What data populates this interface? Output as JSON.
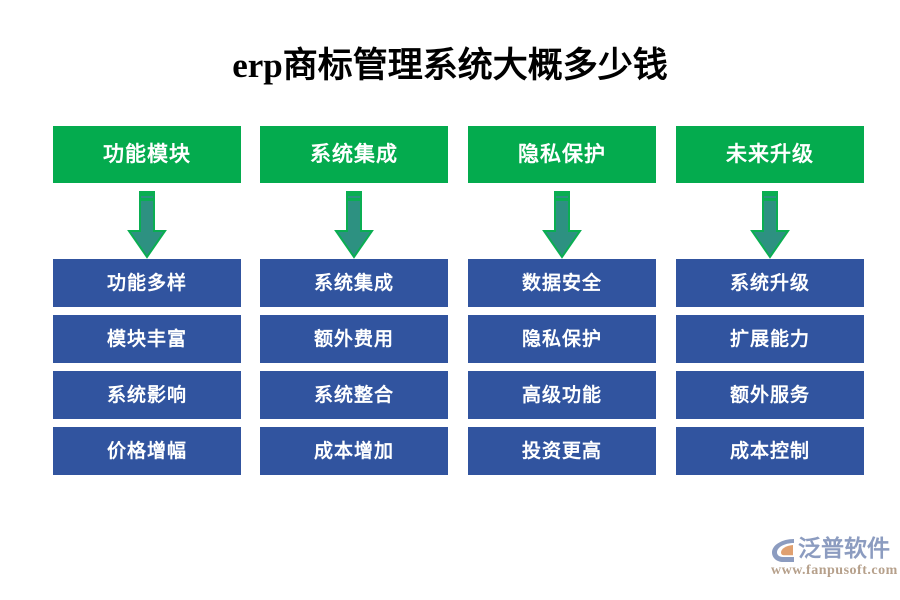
{
  "page": {
    "title": "erp商标管理系统大概多少钱",
    "background_color": "#ffffff"
  },
  "colors": {
    "header_green": "#04ab4e",
    "cell_blue": "#31549f",
    "arrow_fill": "#2d9181",
    "arrow_outline": "#0aae52",
    "text_white": "#ffffff",
    "title_black": "#000000",
    "logo_text": "#8c9cc0",
    "logo_url": "#b6a08b",
    "logo_mark_orange": "#e0a070"
  },
  "columns": [
    {
      "header": "功能模块",
      "arrow": "down-arrow-icon",
      "items": [
        "功能多样",
        "模块丰富",
        "系统影响",
        "价格增幅"
      ]
    },
    {
      "header": "系统集成",
      "arrow": "down-arrow-icon",
      "items": [
        "系统集成",
        "额外费用",
        "系统整合",
        "成本增加"
      ]
    },
    {
      "header": "隐私保护",
      "arrow": "down-arrow-icon",
      "items": [
        "数据安全",
        "隐私保护",
        "高级功能",
        "投资更高"
      ]
    },
    {
      "header": "未来升级",
      "arrow": "down-arrow-icon",
      "items": [
        "系统升级",
        "扩展能力",
        "额外服务",
        "成本控制"
      ]
    }
  ],
  "logo": {
    "mark": "fanpu-c-arc-logo-icon",
    "name": "泛普软件",
    "url": "www.fanpusoft.com"
  }
}
